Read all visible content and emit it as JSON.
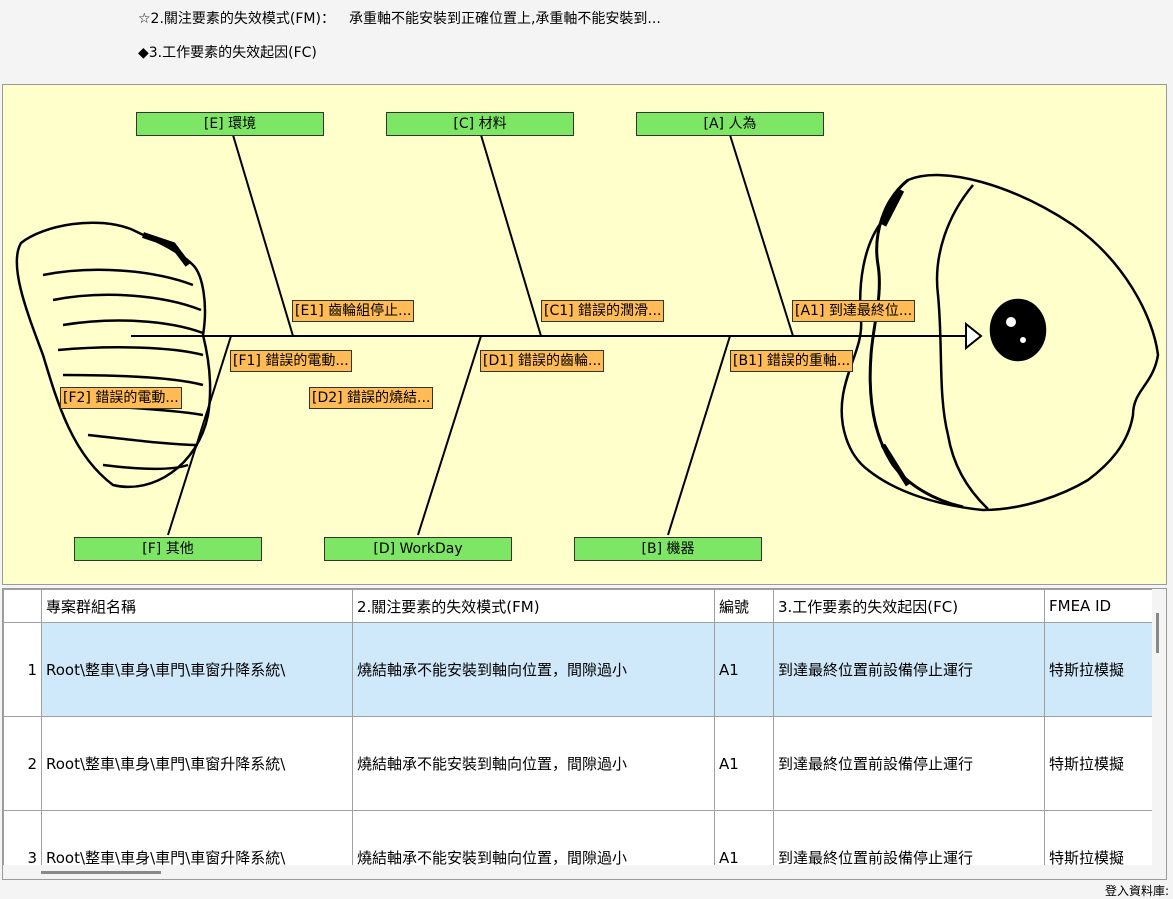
{
  "header": {
    "line1_label": "☆2.關注要素的失效模式(FM)：",
    "line1_value": "承重軸不能安裝到正確位置上,承重軸不能安裝到...",
    "line2_label": "◆3.工作要素的失效起因(FC)"
  },
  "diagram": {
    "categories": {
      "E": "[E] 環境",
      "C": "[C] 材料",
      "A": "[A] 人為",
      "F": "[F] 其他",
      "D": "[D] WorkDay",
      "B": "[B] 機器"
    },
    "causes": {
      "E1": "[E1] 齒輪組停止...",
      "C1": "[C1] 錯誤的潤滑...",
      "A1": "[A1] 到達最終位...",
      "F1": "[F1] 錯誤的電動...",
      "D1": "[D1] 錯誤的齒輪...",
      "B1": "[B1] 錯誤的重軸...",
      "F2": "[F2] 錯誤的電動...",
      "D2": "[D2] 錯誤的燒結..."
    },
    "colors": {
      "background": "#ffffcc",
      "category": "#7ee665",
      "cause": "#ffbb55"
    }
  },
  "grid": {
    "columns": [
      "",
      "專案群組名稱",
      "2.關注要素的失效模式(FM)",
      "編號",
      "3.工作要素的失效起因(FC)",
      "FMEA ID"
    ],
    "rows": [
      {
        "n": "1",
        "group": "Root\\整車\\車身\\車門\\車窗升降系統\\",
        "fm": "燒結軸承不能安裝到軸向位置，間隙過小",
        "id": "A1",
        "fc": "到達最終位置前設備停止運行",
        "fmea": "特斯拉模擬"
      },
      {
        "n": "2",
        "group": "Root\\整車\\車身\\車門\\車窗升降系統\\",
        "fm": "燒結軸承不能安裝到軸向位置，間隙過小",
        "id": "A1",
        "fc": "到達最終位置前設備停止運行",
        "fmea": "特斯拉模擬"
      },
      {
        "n": "3",
        "group": "Root\\整車\\車身\\車門\\車窗升降系統\\",
        "fm": "燒結軸承不能安裝到軸向位置，間隙過小",
        "id": "A1",
        "fc": "到達最終位置前設備停止運行",
        "fmea": "特斯拉模擬"
      }
    ],
    "selected_row": 1
  },
  "status": {
    "text": "登入資料庫: "
  }
}
